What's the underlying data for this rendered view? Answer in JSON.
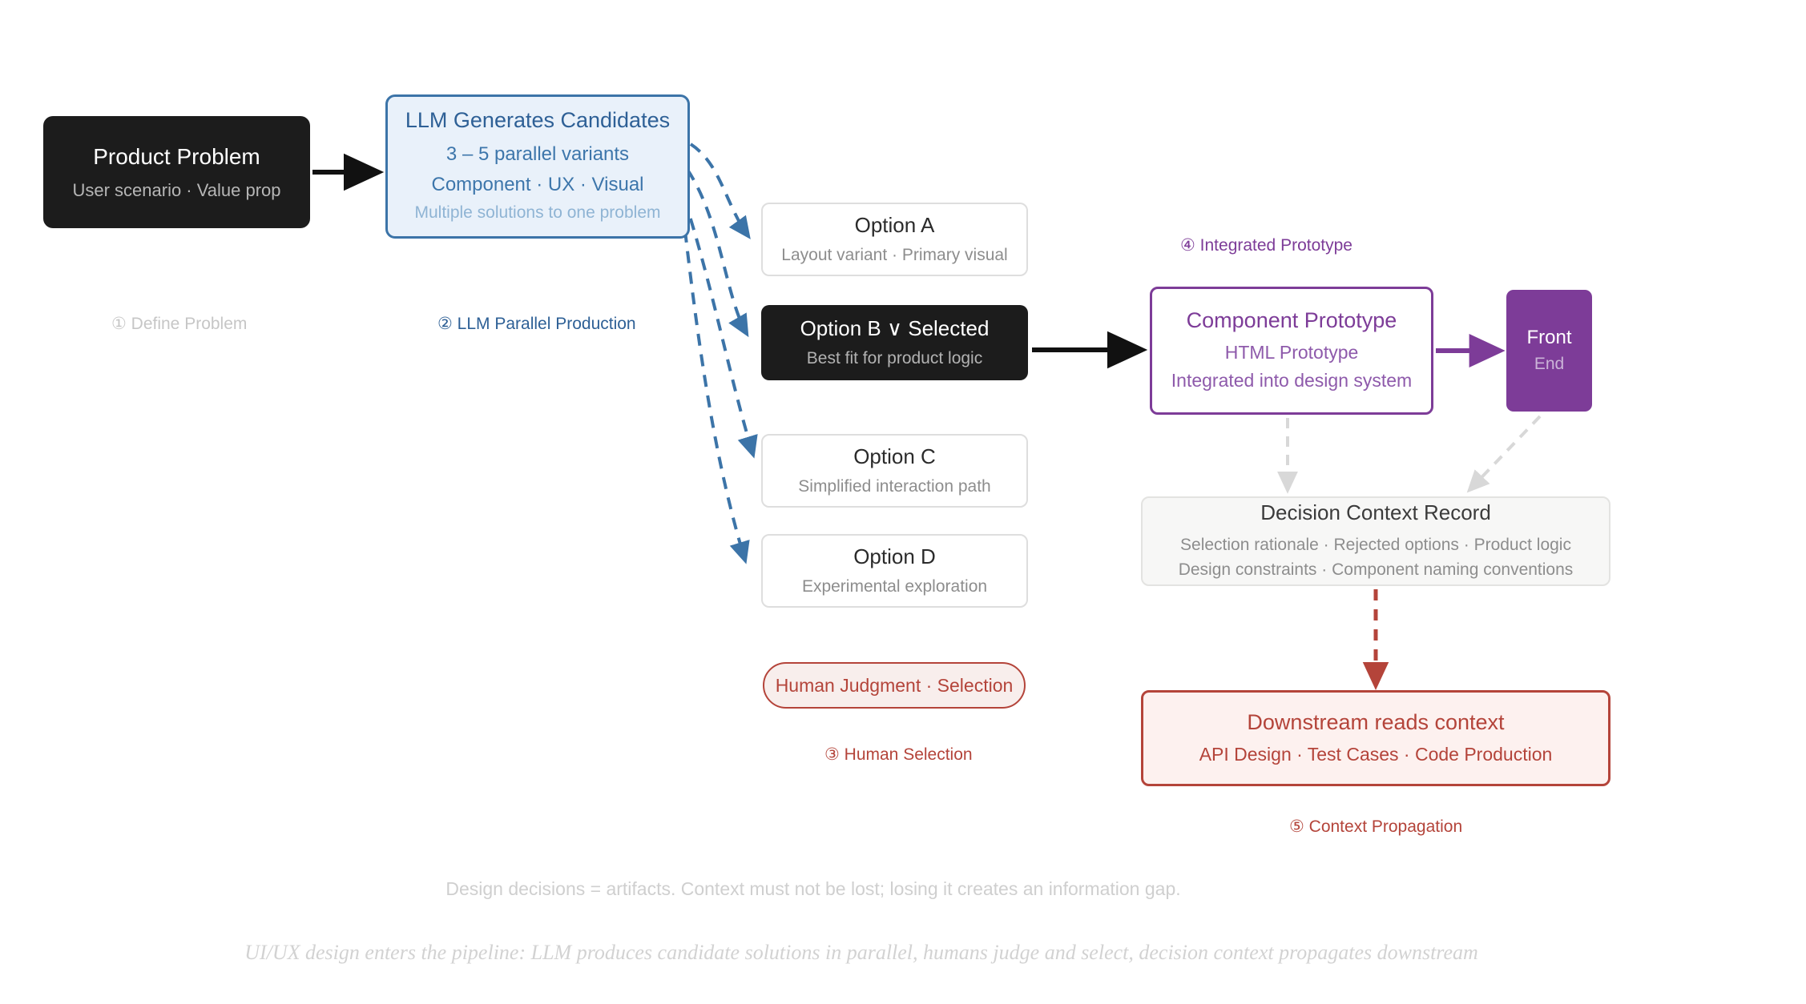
{
  "diagram": {
    "nodes": {
      "problem": {
        "title": "Product Problem",
        "subtitle": "User scenario · Value prop"
      },
      "llm": {
        "title": "LLM Generates Candidates",
        "line2": "3 – 5 parallel variants",
        "line3": "Component · UX · Visual",
        "line4": "Multiple solutions to one problem"
      },
      "option_a": {
        "title": "Option A",
        "subtitle": "Layout variant · Primary visual"
      },
      "option_b": {
        "title": "Option B ∨ Selected",
        "subtitle": "Best fit for product logic"
      },
      "option_c": {
        "title": "Option C",
        "subtitle": "Simplified interaction path"
      },
      "option_d": {
        "title": "Option D",
        "subtitle": "Experimental exploration"
      },
      "human": {
        "title": "Human Judgment · Selection"
      },
      "prototype": {
        "title": "Component Prototype",
        "line2": "HTML Prototype",
        "line3": "Integrated into design system"
      },
      "front_end": {
        "title": "Front",
        "subtitle": "End"
      },
      "record": {
        "title": "Decision Context Record",
        "line2": "Selection rationale · Rejected options · Product logic",
        "line3": "Design constraints · Component naming conventions"
      },
      "downstream": {
        "title": "Downstream reads context",
        "subtitle": "API Design · Test Cases · Code Production"
      }
    },
    "stages": {
      "s1": "① Define Problem",
      "s2": "② LLM Parallel Production",
      "s3": "③ Human Selection",
      "s4": "④ Integrated Prototype",
      "s5": "⑤ Context Propagation"
    },
    "footnotes": {
      "note1": "Design decisions = artifacts. Context must not be lost; losing it creates an information gap.",
      "note2": "UI/UX design enters the pipeline: LLM produces candidate solutions in parallel, humans judge and select, decision context propagates downstream"
    },
    "colors": {
      "dark": "#1c1c1c",
      "blue_accent": "#2e6096",
      "blue_border": "#3c74a8",
      "blue_fill": "#e9f1fa",
      "blue_arrow": "#3c74a8",
      "purple": "#7d3c98",
      "red": "#b4443a",
      "red_fill": "#fdf1ef",
      "gray_arrow": "#d8d8d8",
      "gray_card_border": "#dedede",
      "muted_text": "#8d8d8d",
      "faint_text": "#cfcfcf",
      "background": "#ffffff"
    }
  }
}
